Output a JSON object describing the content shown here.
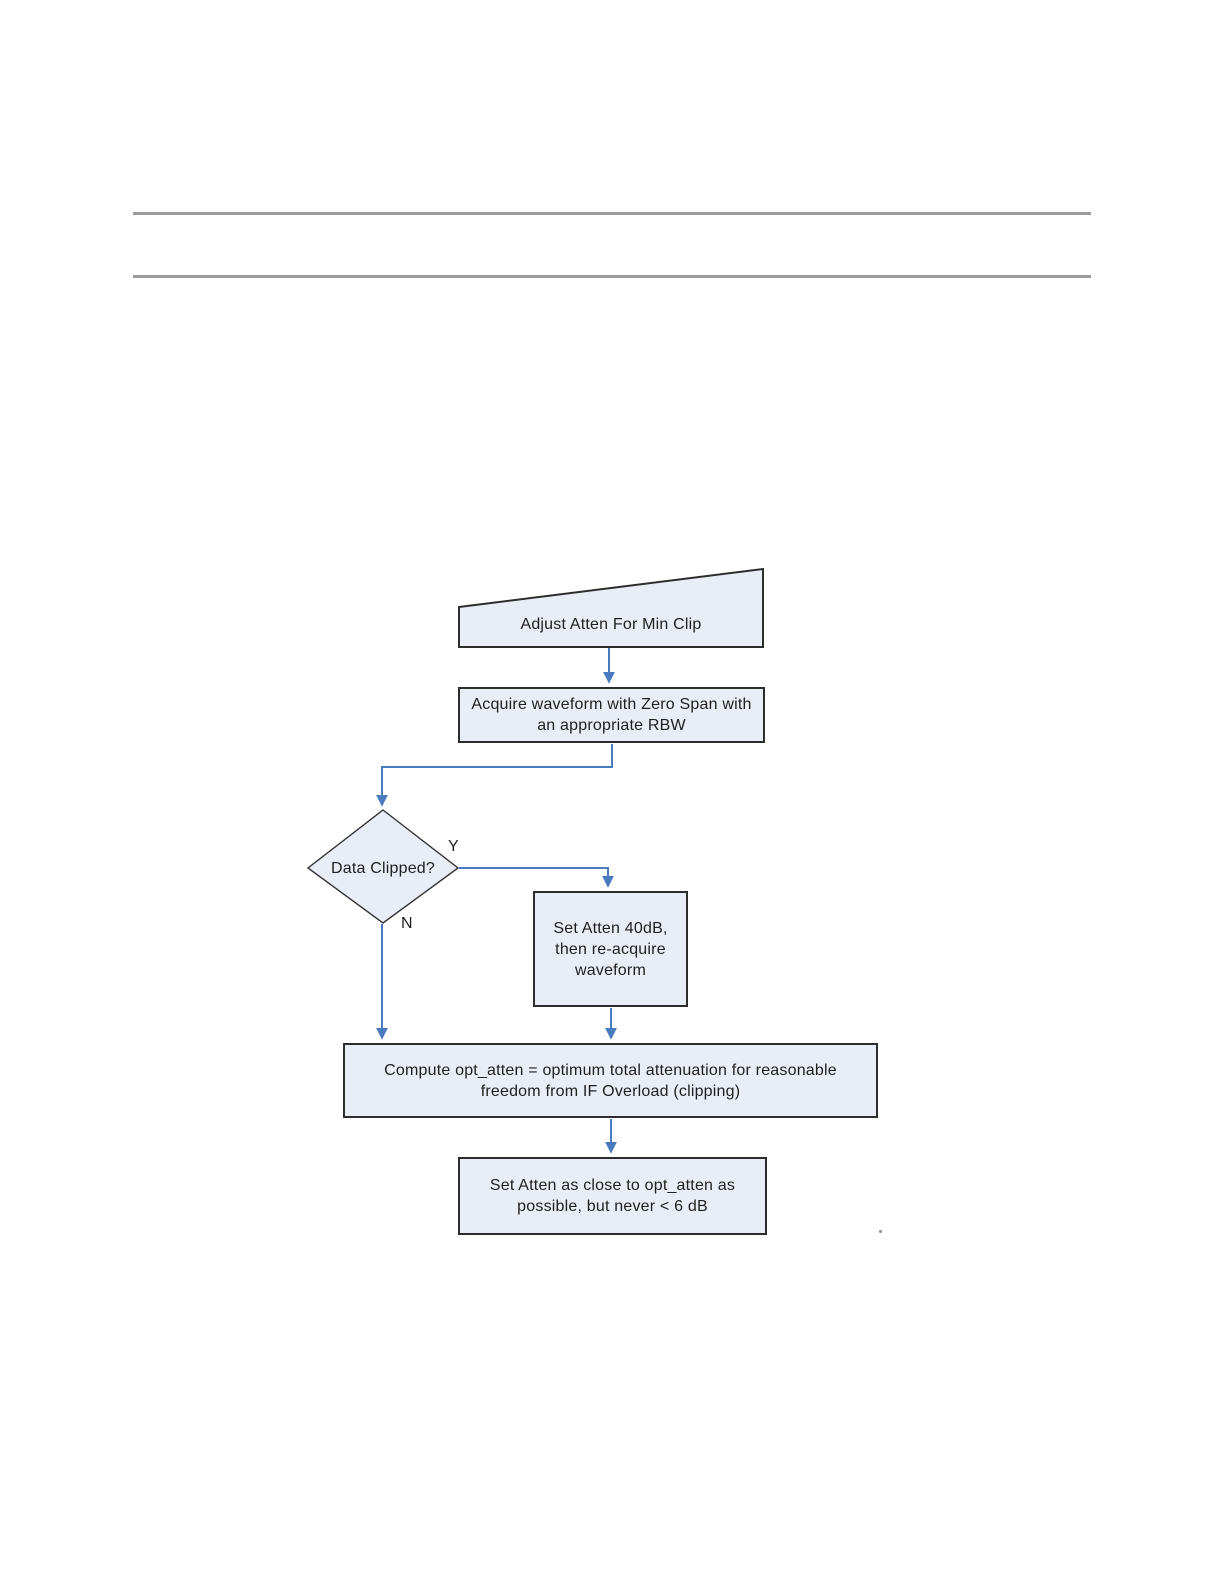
{
  "flowchart": {
    "nodes": {
      "adjust_atten": {
        "label": "Adjust Atten For Min Clip"
      },
      "acquire_waveform": {
        "label": "Acquire waveform with Zero Span with\nan appropriate RBW"
      },
      "data_clipped": {
        "label": "Data Clipped?"
      },
      "set_atten_40": {
        "label": "Set Atten 40dB,\nthen re-acquire\nwaveform"
      },
      "compute_opt_atten": {
        "label": "Compute opt_atten = optimum total attenuation for reasonable\nfreedom from IF Overload (clipping)"
      },
      "set_atten_close": {
        "label": "Set Atten as close to opt_atten as\npossible, but never < 6 dB"
      }
    },
    "branch_labels": {
      "yes": "Y",
      "no": "N"
    },
    "colors": {
      "node_fill": "#e9edf6",
      "node_border": "#2d2d2d",
      "connector_blue": "#4a7bbf",
      "header_rule_gray": "#9c9c9c",
      "text": "#1f1f1f"
    }
  }
}
